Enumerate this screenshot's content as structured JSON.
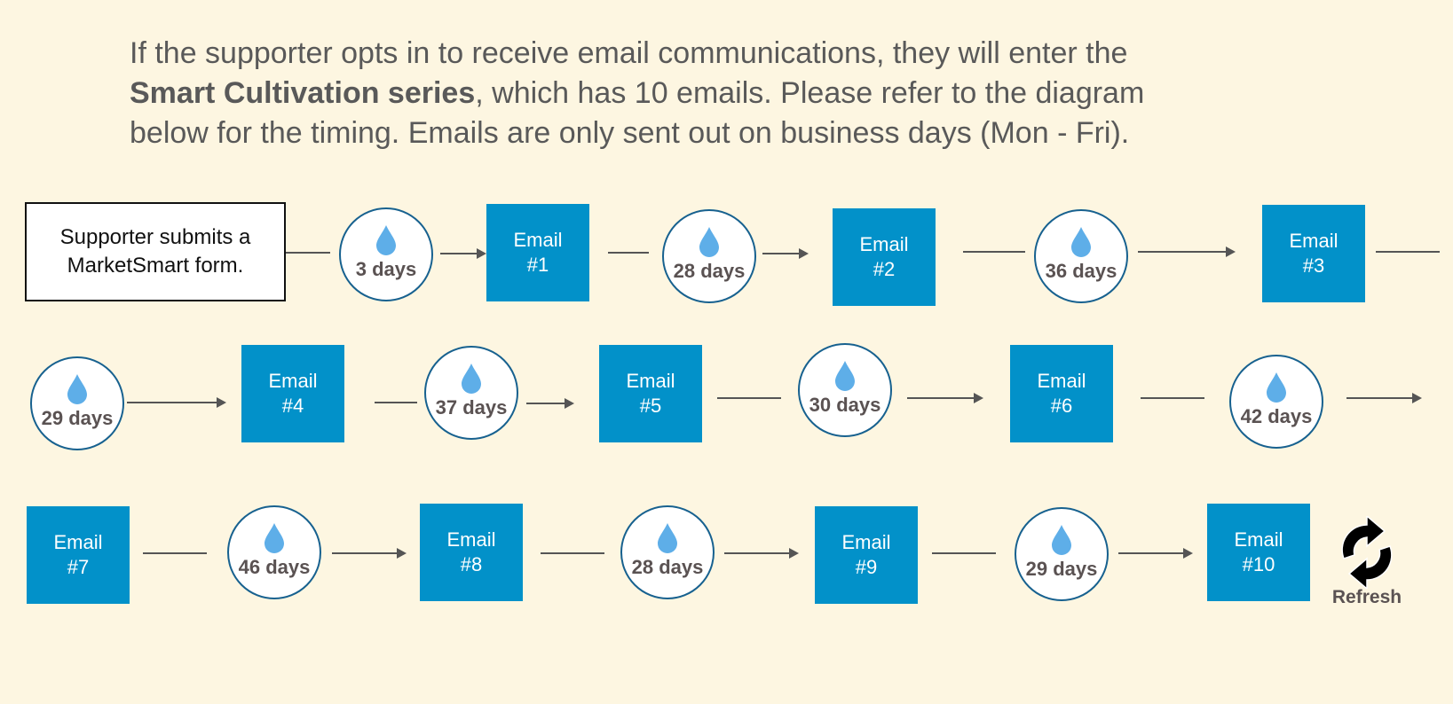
{
  "intro": {
    "line1": "If the supporter opts in to receive email communications, they will enter the",
    "bold": "Smart Cultivation series",
    "line2_rest": ", which has 10 emails. Please refer to the diagram",
    "line3": "below for the timing. Emails are only sent out on business days (Mon - Fri)."
  },
  "start": {
    "line1": "Supporter submits a",
    "line2": "MarketSmart form."
  },
  "emails": [
    {
      "title": "Email",
      "num": "#1"
    },
    {
      "title": "Email",
      "num": "#2"
    },
    {
      "title": "Email",
      "num": "#3"
    },
    {
      "title": "Email",
      "num": "#4"
    },
    {
      "title": "Email",
      "num": "#5"
    },
    {
      "title": "Email",
      "num": "#6"
    },
    {
      "title": "Email",
      "num": "#7"
    },
    {
      "title": "Email",
      "num": "#8"
    },
    {
      "title": "Email",
      "num": "#9"
    },
    {
      "title": "Email",
      "num": "#10"
    }
  ],
  "waits": [
    {
      "label": "3 days"
    },
    {
      "label": "28 days"
    },
    {
      "label": "36 days"
    },
    {
      "label": "29 days"
    },
    {
      "label": "37 days"
    },
    {
      "label": "30 days"
    },
    {
      "label": "42 days"
    },
    {
      "label": "46 days"
    },
    {
      "label": "28 days"
    },
    {
      "label": "29 days"
    }
  ],
  "refresh": {
    "label": "Refresh",
    "icon": "refresh-icon"
  },
  "colors": {
    "background": "#fdf6e1",
    "email_box": "#0291c9",
    "wait_border": "#17618f",
    "drop": "#5eaee8",
    "text_gray": "#595959"
  }
}
